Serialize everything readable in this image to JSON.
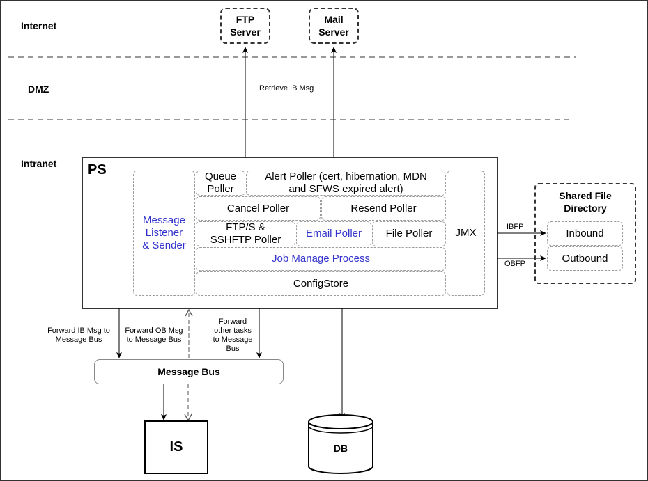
{
  "zones": {
    "internet": "Internet",
    "dmz": "DMZ",
    "intranet": "Intranet"
  },
  "external": {
    "ftp_server": "FTP\nServer",
    "mail_server": "Mail\nServer"
  },
  "edges": {
    "retrieve_ib": "Retrieve IB Msg",
    "forward_ib": "Forward IB Msg to\nMessage Bus",
    "forward_ob": "Forward OB Msg\nto Message Bus",
    "forward_other": "Forward\nother tasks\nto Message\nBus",
    "ibfp": "IBFP",
    "obfp": "OBFP"
  },
  "ps": {
    "title": "PS",
    "message_listener": "Message\nListener\n& Sender",
    "queue_poller": "Queue\nPoller",
    "alert_poller": "Alert Poller (cert, hibernation, MDN\nand SFWS expired alert)",
    "cancel_poller": "Cancel Poller",
    "resend_poller": "Resend Poller",
    "ftp_poller": "FTP/S &\nSSHFTP Poller",
    "email_poller": "Email Poller",
    "file_poller": "File Poller",
    "job_manage": "Job Manage Process",
    "configstore": "ConfigStore",
    "jmx": "JMX"
  },
  "shared": {
    "title": "Shared File\nDirectory",
    "inbound": "Inbound",
    "outbound": "Outbound"
  },
  "message_bus": "Message Bus",
  "is": "IS",
  "db": "DB",
  "colors": {
    "blue_text": "#3333cc",
    "dashed_border": "#9a9a9a",
    "separator": "#999999",
    "frame": "#333333"
  }
}
